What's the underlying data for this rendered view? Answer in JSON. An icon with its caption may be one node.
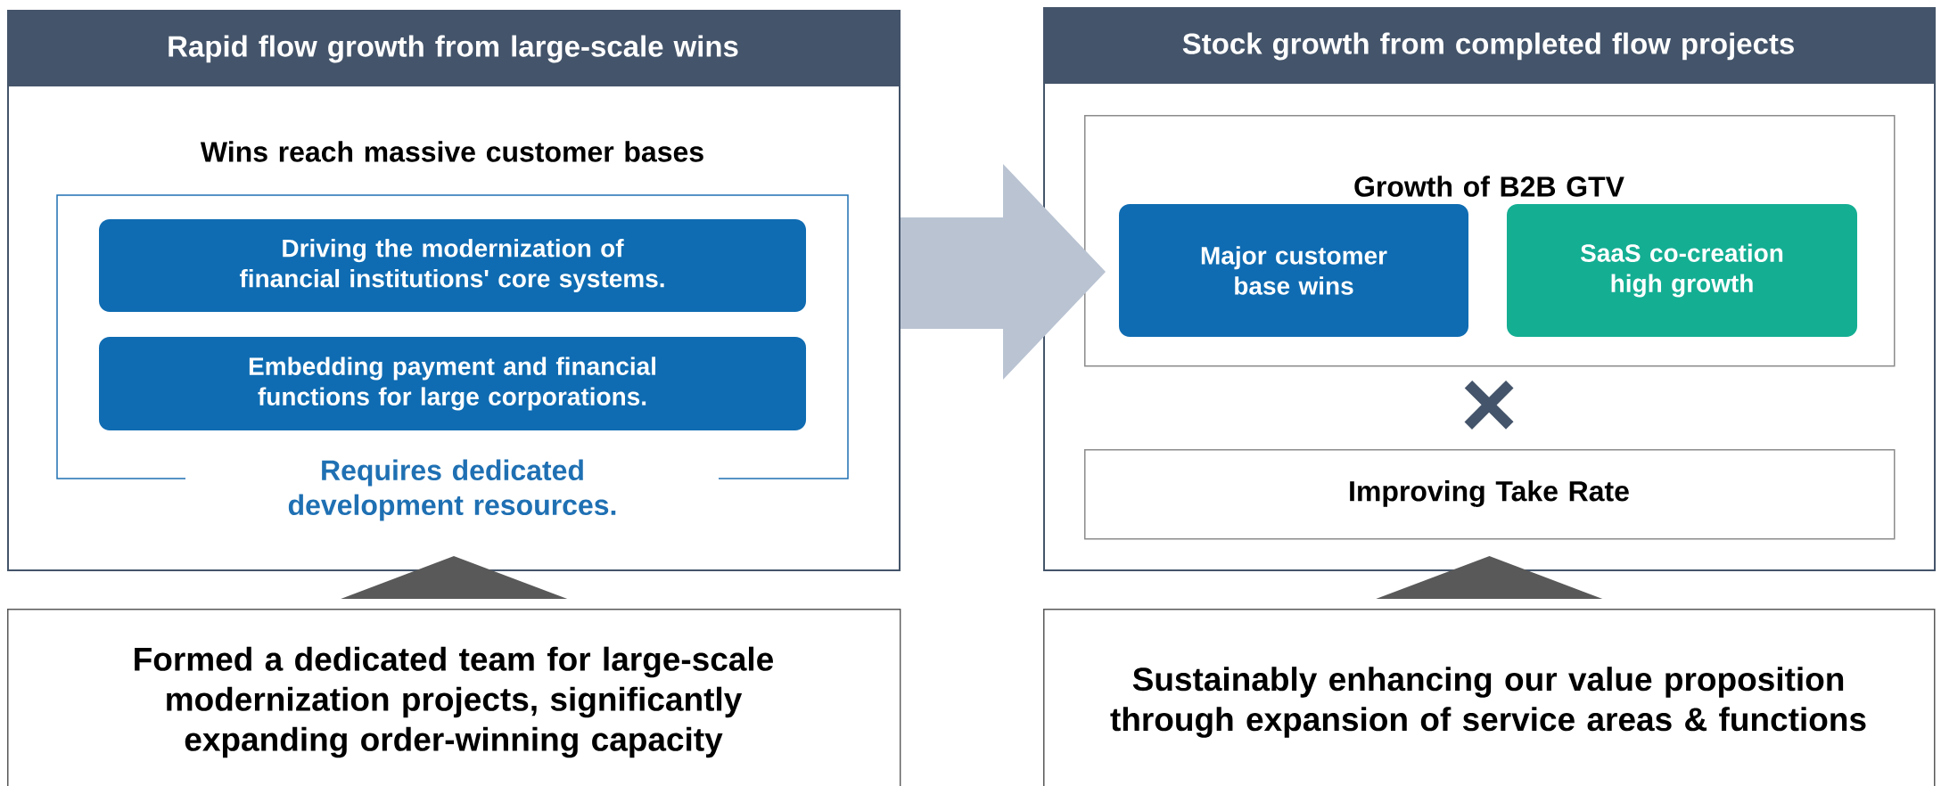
{
  "diagram": {
    "nodes": [
      {
        "text": [
          "Rapid flow growth from large-scale wins"
        ]
      },
      {
        "text": [
          "Wins reach massive customer bases",
          "Requires dedicated development resources."
        ],
        "in": 0
      },
      {
        "text": [
          "Driving the modernization of financial institutions' core systems."
        ],
        "in": 1
      },
      {
        "text": [
          "Embedding payment and financial functions for large corporations."
        ],
        "in": 1
      },
      {
        "text": [
          "Stock growth from completed flow projects"
        ]
      },
      {
        "text": [
          "Growth of B2B GTV"
        ],
        "in": 4
      },
      {
        "text": [
          "Major customer base wins"
        ],
        "in": 5
      },
      {
        "text": [
          "SaaS co-creation high growth"
        ],
        "in": 5
      },
      {
        "text": [
          "Improving Take Rate"
        ],
        "in": 4
      },
      {
        "text": [
          "Formed a dedicated team for large-scale modernization projects, significantly expanding order-winning capacity"
        ]
      },
      {
        "text": [
          "Sustainably enhancing our value proposition through expansion of service areas & functions"
        ]
      }
    ],
    "edges": [
      {
        "from": 0,
        "to": 4,
        "arrow": "to"
      },
      {
        "from": 9,
        "to": 0,
        "arrow": "to"
      },
      {
        "from": 10,
        "to": 4,
        "arrow": "to"
      }
    ],
    "labels": [
      "×"
    ]
  }
}
